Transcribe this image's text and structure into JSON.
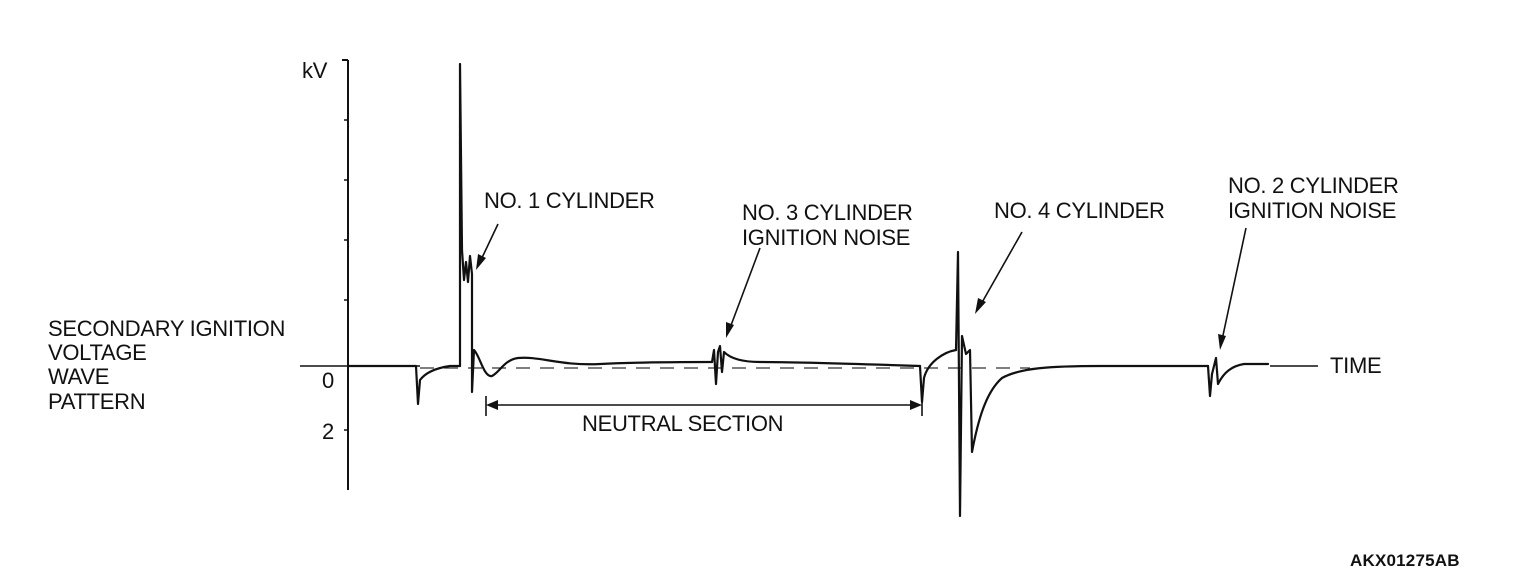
{
  "y_axis_unit": "kV",
  "y_tick_labels": [
    "0",
    "2"
  ],
  "x_axis_label": "TIME",
  "diagram_title_lines": [
    "SECONDARY IGNITION",
    "VOLTAGE",
    "WAVE",
    "PATTERN"
  ],
  "callouts": {
    "cyl1": [
      "NO. 1 CYLINDER"
    ],
    "cyl3": [
      "NO. 3 CYLINDER",
      "IGNITION NOISE"
    ],
    "cyl4": [
      "NO. 4 CYLINDER"
    ],
    "cyl2": [
      "NO. 2 CYLINDER",
      "IGNITION NOISE"
    ]
  },
  "neutral_section_label": "NEUTRAL SECTION",
  "figure_code": "AKX01275AB",
  "colors": {
    "ink": "#111111",
    "background": "#ffffff"
  }
}
